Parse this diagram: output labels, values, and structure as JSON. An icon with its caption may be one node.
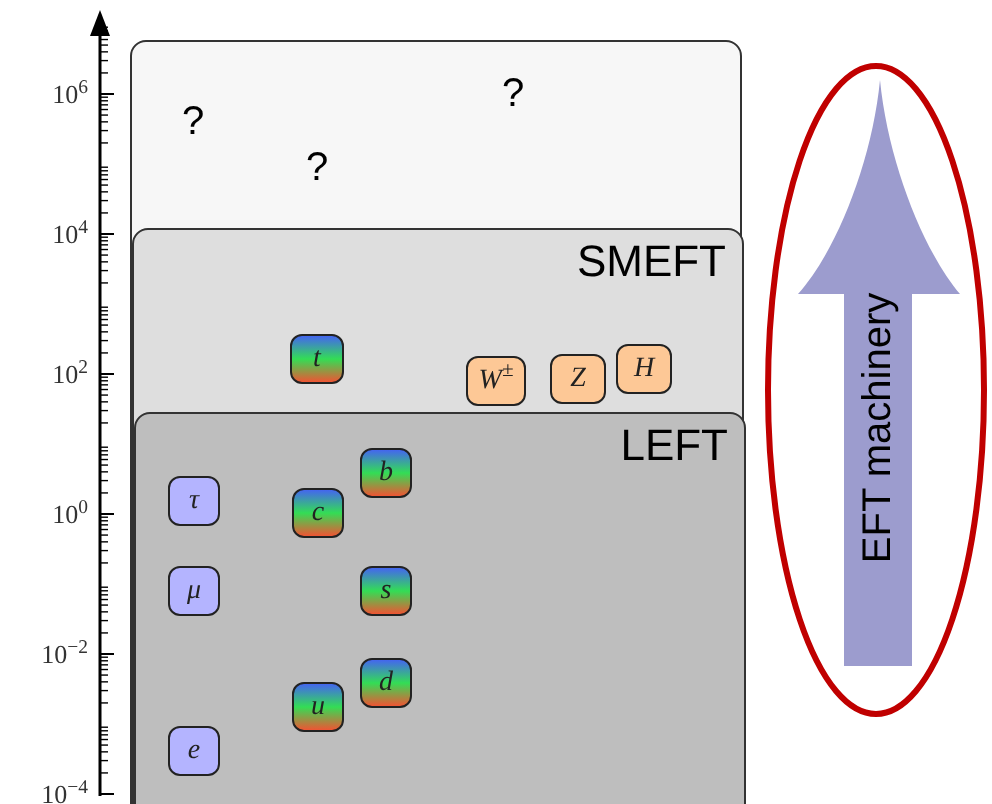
{
  "diagram": {
    "nodes": [
      {
        "text": [
          "?",
          "?",
          "?"
        ]
      },
      {
        "text": [
          "SMEFT"
        ],
        "in": 0
      },
      {
        "text": [
          "t"
        ],
        "in": 1
      },
      {
        "text": [
          "W$^{±}$"
        ],
        "in": 1
      },
      {
        "text": [
          "Z"
        ],
        "in": 1
      },
      {
        "text": [
          "H"
        ],
        "in": 1
      },
      {
        "text": [
          "LEFT"
        ],
        "in": 1
      },
      {
        "text": [
          "τ"
        ],
        "in": 6
      },
      {
        "text": [
          "c"
        ],
        "in": 6
      },
      {
        "text": [
          "b"
        ],
        "in": 6
      },
      {
        "text": [
          "μ"
        ],
        "in": 6
      },
      {
        "text": [
          "s"
        ],
        "in": 6
      },
      {
        "text": [
          "d"
        ],
        "in": 6
      },
      {
        "text": [
          "u"
        ],
        "in": 6
      },
      {
        "text": [
          "e"
        ],
        "in": 6
      },
      {
        "text": [
          "EFT machinery"
        ]
      }
    ],
    "labels": [
      "10$^{6}$",
      "10$^{4}$",
      "10$^{2}$",
      "10$^{0}$",
      "10$^{−2}$",
      "10$^{−4}$"
    ]
  }
}
